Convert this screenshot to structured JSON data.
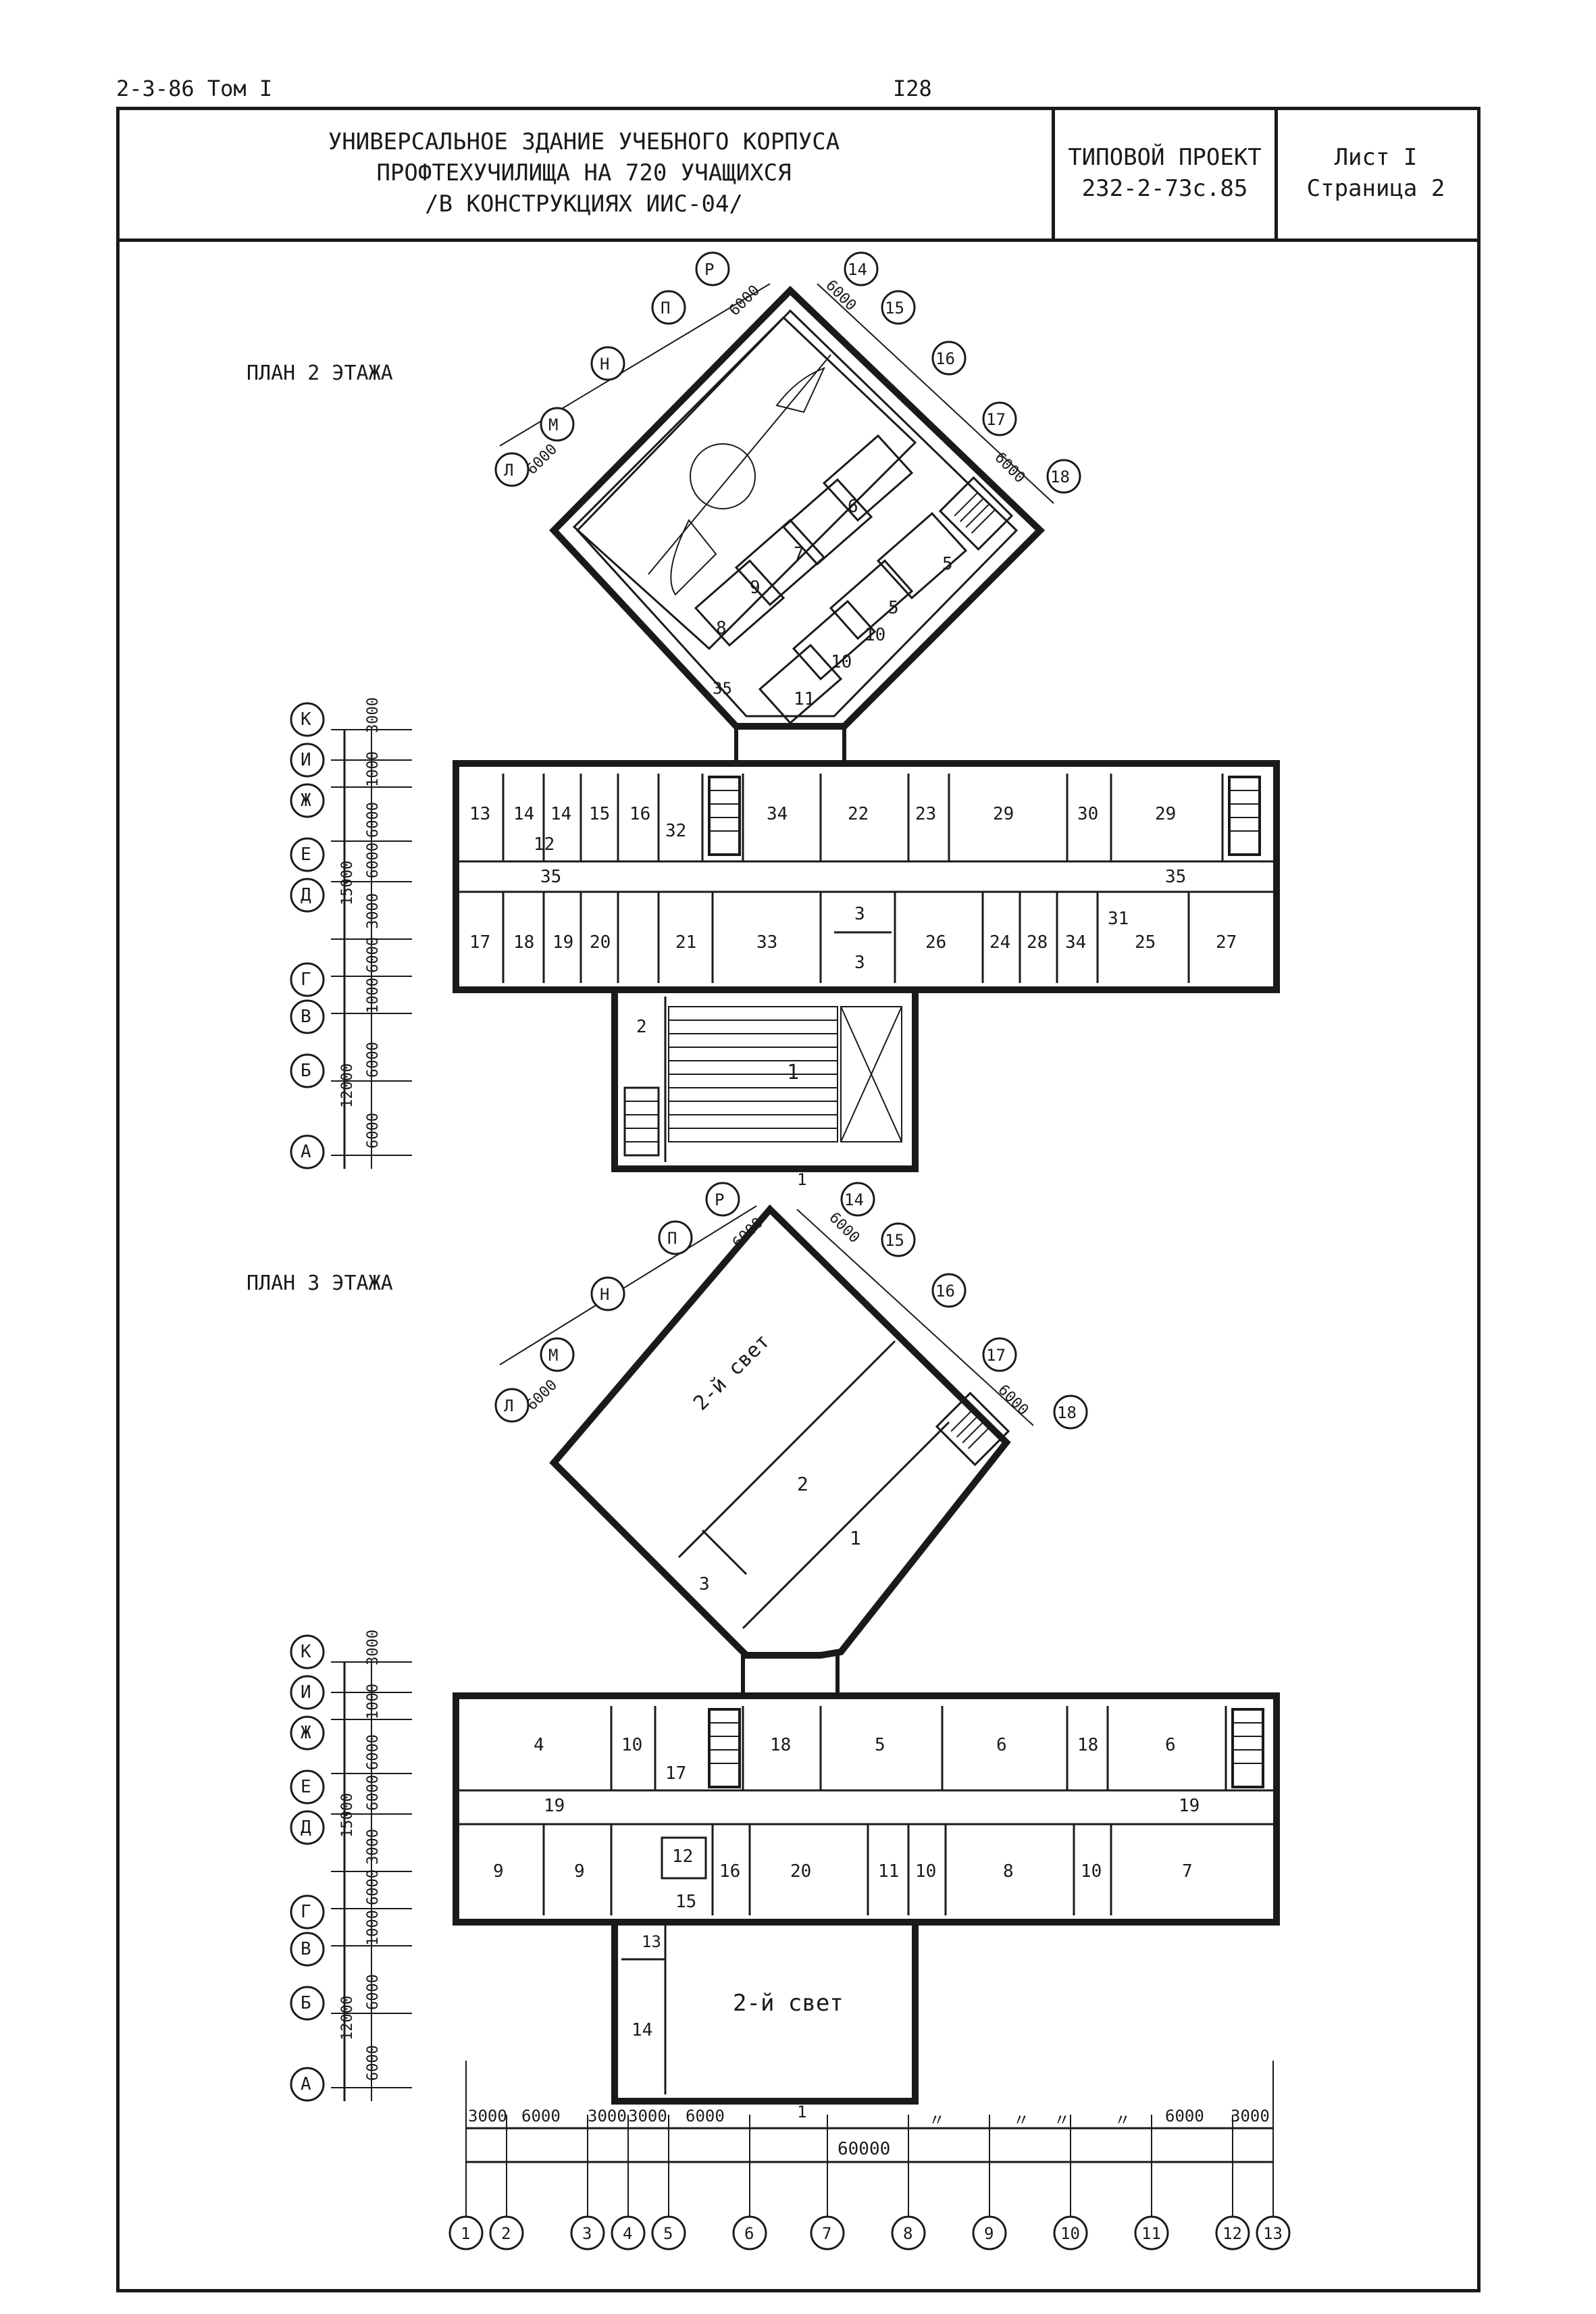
{
  "header": {
    "left": "2-3-86 Том I",
    "page": "I28"
  },
  "title_block": {
    "title_lines": [
      "УНИВЕРСАЛЬНОЕ ЗДАНИЕ УЧЕБНОГО КОРПУСА",
      "ПРОФТЕХУЧИЛИЩА НА 720 УЧАЩИХСЯ",
      "/В КОНСТРУКЦИЯХ ИИС-04/"
    ],
    "project_lines": [
      "ТИПОВОЙ ПРОЕКТ",
      "232-2-73с.85"
    ],
    "sheet_lines": [
      "Лист I",
      "Страница 2"
    ]
  },
  "plan2": {
    "title": "ПЛАН 2 ЭТАЖА",
    "diag_axes": [
      "Л",
      "М",
      "Н",
      "П",
      "Р",
      "14",
      "15",
      "16",
      "17",
      "18"
    ],
    "diag_dims": [
      "6000",
      "6000",
      "6000",
      "6000"
    ],
    "rows": [
      "К",
      "И",
      "Ж",
      "Е",
      "Д",
      "Г",
      "В",
      "Б",
      "А"
    ],
    "row_dims": [
      "3000",
      "1000",
      "6000",
      "6000",
      "3000",
      "15000",
      "6000",
      "1000",
      "6000",
      "12000",
      "6000"
    ],
    "rooms_diamond": [
      "9",
      "8",
      "7",
      "6",
      "5",
      "5",
      "10",
      "10",
      "11",
      "35"
    ],
    "rooms_top": [
      "13",
      "14",
      "14",
      "15",
      "16",
      "12",
      "32",
      "34",
      "22",
      "23",
      "29",
      "30",
      "29"
    ],
    "corridor": [
      "35",
      "35"
    ],
    "rooms_bottom": [
      "17",
      "18",
      "19",
      "20",
      "21",
      "33",
      "3",
      "3",
      "26",
      "24",
      "28",
      "34",
      "31",
      "25",
      "27"
    ],
    "rooms_hall": [
      "2",
      "1"
    ],
    "section": "1"
  },
  "plan3": {
    "title": "ПЛАН 3 ЭТАЖА",
    "diag_axes": [
      "Л",
      "М",
      "Н",
      "П",
      "Р",
      "14",
      "15",
      "16",
      "17",
      "18"
    ],
    "diag_dims": [
      "6000",
      "6000",
      "6000",
      "6000"
    ],
    "rows": [
      "К",
      "И",
      "Ж",
      "Е",
      "Д",
      "Г",
      "В",
      "Б",
      "А"
    ],
    "row_dims": [
      "3000",
      "1000",
      "6000",
      "6000",
      "3000",
      "15000",
      "6000",
      "1000",
      "6000",
      "12000",
      "6000"
    ],
    "rooms_diamond": [
      "2-й свет",
      "2",
      "1",
      "3"
    ],
    "rooms_top": [
      "4",
      "10",
      "17",
      "18",
      "5",
      "6",
      "18",
      "6"
    ],
    "corridor": [
      "19",
      "19"
    ],
    "rooms_bottom": [
      "9",
      "9",
      "12",
      "16",
      "20",
      "11",
      "10",
      "8",
      "10",
      "7",
      "15"
    ],
    "rooms_hall": [
      "13",
      "14",
      "2-й свет"
    ],
    "section": "1"
  },
  "bottom_axes": {
    "labels": [
      "1",
      "2",
      "3",
      "4",
      "5",
      "6",
      "7",
      "8",
      "9",
      "10",
      "11",
      "12",
      "13"
    ],
    "dims": [
      "3000",
      "6000",
      "3000",
      "3000",
      "6000",
      "6000",
      "3000"
    ],
    "total": "60000",
    "ditto": [
      "〃",
      "〃",
      "〃",
      "〃"
    ]
  }
}
